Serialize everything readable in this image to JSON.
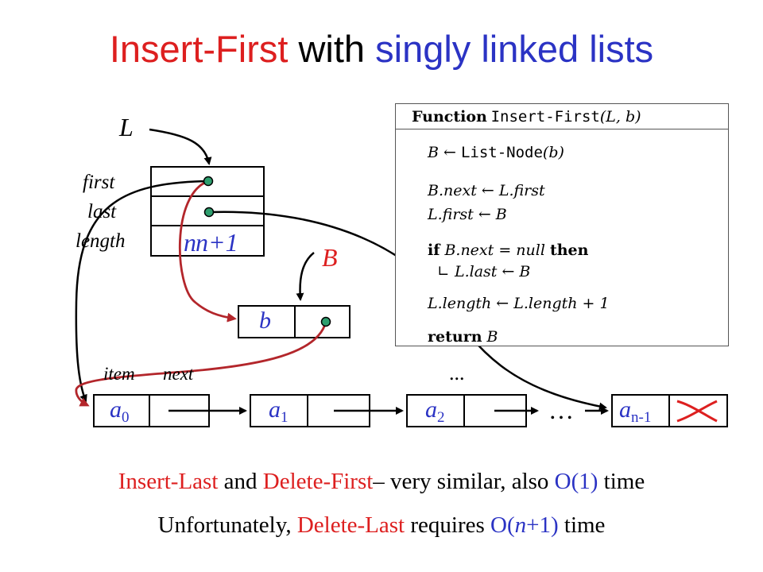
{
  "title": {
    "part1": "Insert-First",
    "part2": "with",
    "part3": "singly linked lists"
  },
  "list_labels": {
    "L": "L",
    "first": "first",
    "last": "last",
    "length": "length",
    "length_old": "n",
    "length_new": "n+1",
    "B": "B",
    "b": "b",
    "item": "item",
    "next": "next",
    "dots_top": "...",
    "dots_row": "…"
  },
  "nodes": [
    {
      "base": "a",
      "sub": "0"
    },
    {
      "base": "a",
      "sub": "1"
    },
    {
      "base": "a",
      "sub": "2"
    },
    {
      "base": "a",
      "sub": "n-1"
    }
  ],
  "code": {
    "header_kw": "Function",
    "header_name": "Insert-First",
    "header_args": "(L, b)",
    "lines": [
      {
        "pre": "B ← ",
        "mono": "List-Node",
        "post": "(b)"
      },
      {
        "text": "B.next ← L.first"
      },
      {
        "text": "L.first ← B"
      },
      {
        "kw1": "if",
        "mid": " B.next = null ",
        "kw2": "then"
      },
      {
        "text": "∟ L.last ← B"
      },
      {
        "text": "L.length ← L.length + 1"
      },
      {
        "kw1": "return",
        "mid": " B"
      }
    ]
  },
  "footer": {
    "line1": {
      "red1": "Insert-Last",
      "b1": " and ",
      "red2": "Delete-First",
      "b2": "– very similar, also ",
      "blue1": "O(1)",
      "b3": " time"
    },
    "line2": {
      "b1": "Unfortunately, ",
      "red1": "Delete-Last",
      "b2": " requires ",
      "blue1": "O(",
      "blue_it": "n",
      "blue2": "+1)",
      "b3": " time"
    }
  },
  "colors": {
    "red": "#dd1f1f",
    "blue": "#2b33c4",
    "pointer_dot": "#2e9e6e",
    "dark_red_arrow": "#b3262b"
  }
}
